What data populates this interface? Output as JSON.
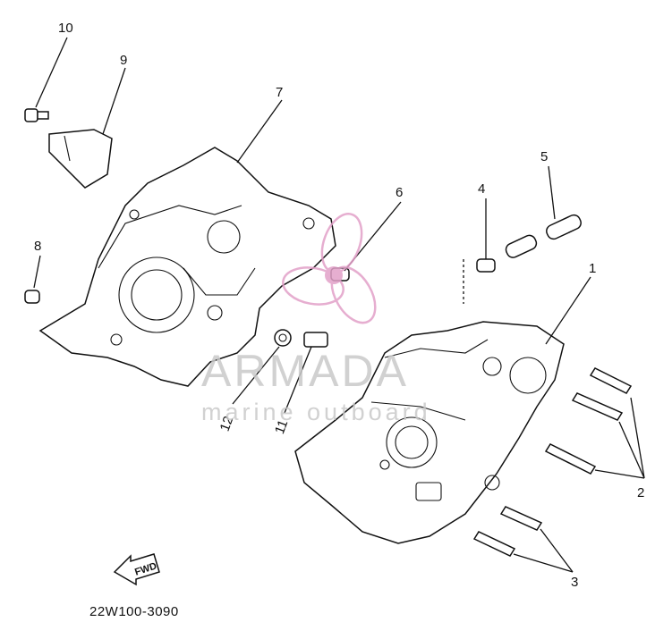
{
  "diagram": {
    "part_number": "22W100-3090",
    "callouts": [
      "1",
      "2",
      "3",
      "4",
      "5",
      "6",
      "7",
      "8",
      "9",
      "10",
      "11",
      "12"
    ],
    "fwd_label": "FWD"
  },
  "watermark": {
    "title": "ARMADA",
    "subtitle": "marine outboard",
    "color": "#c9c9c9",
    "logo_color": "#e2a0c8"
  }
}
